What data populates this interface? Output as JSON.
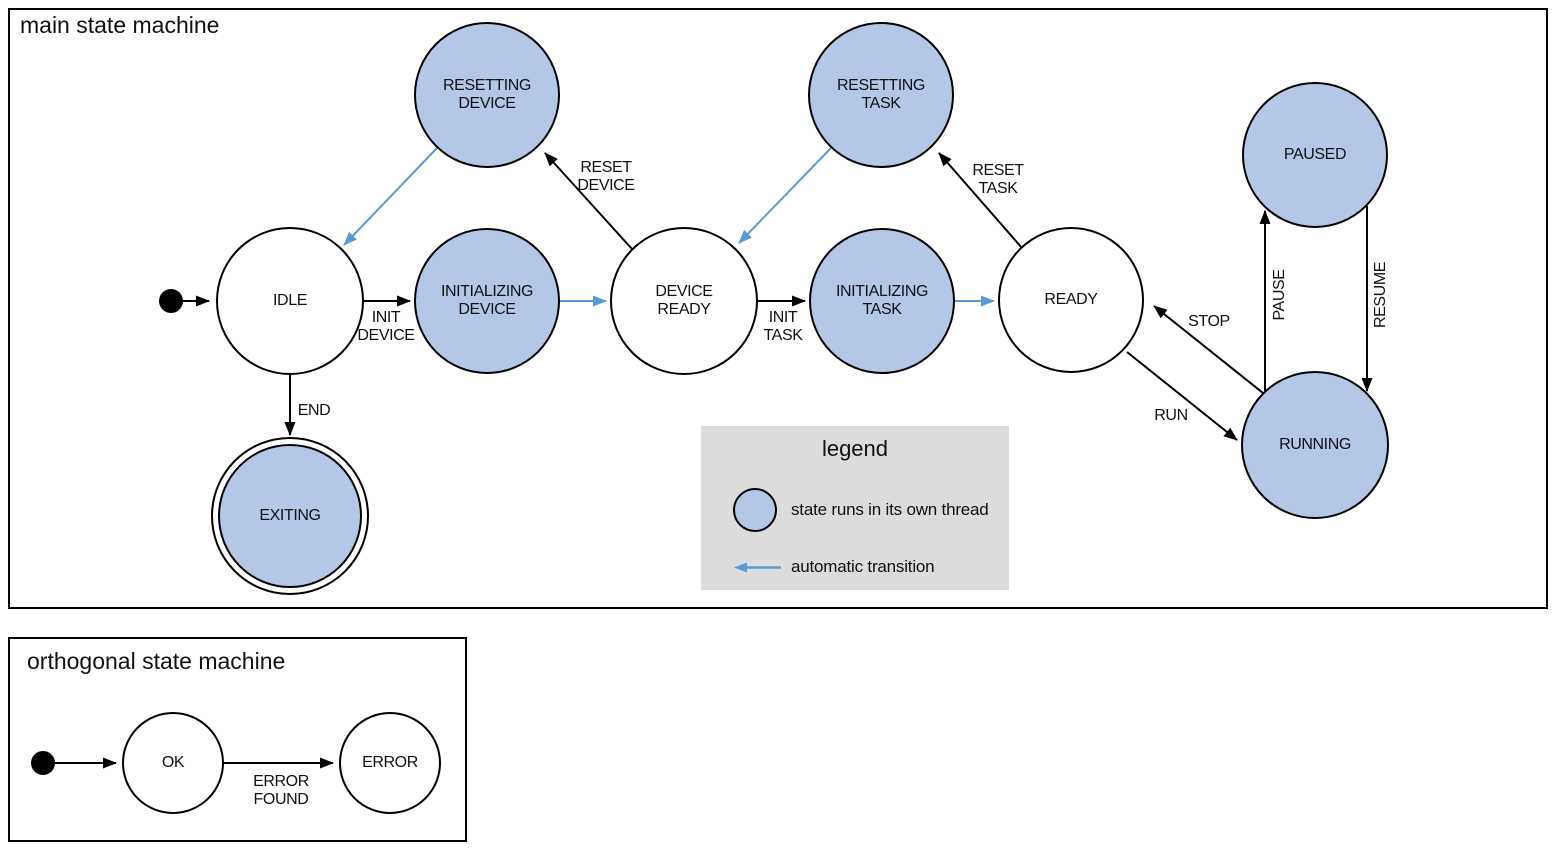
{
  "colors": {
    "state_fill": "#b4c7e7",
    "auto_transition": "#5b9bd5",
    "legend_bg": "#dcdcdc",
    "stroke": "#000000"
  },
  "main": {
    "title": "main state machine",
    "states": [
      {
        "label": "IDLE",
        "threaded": false
      },
      {
        "label": "RESETTING DEVICE",
        "threaded": true
      },
      {
        "label": "INITIALIZING DEVICE",
        "threaded": true
      },
      {
        "label": "DEVICE READY",
        "threaded": false
      },
      {
        "label": "RESETTING TASK",
        "threaded": true
      },
      {
        "label": "INITIALIZING TASK",
        "threaded": true
      },
      {
        "label": "READY",
        "threaded": false
      },
      {
        "label": "PAUSED",
        "threaded": true
      },
      {
        "label": "RUNNING",
        "threaded": true
      },
      {
        "label": "EXITING",
        "threaded": true,
        "final_state": true
      }
    ],
    "transitions": [
      {
        "from": "start",
        "to": "IDLE",
        "label": ""
      },
      {
        "from": "IDLE",
        "to": "INITIALIZING DEVICE",
        "label": "INIT DEVICE"
      },
      {
        "from": "INITIALIZING DEVICE",
        "to": "DEVICE READY",
        "label": "",
        "automatic": true
      },
      {
        "from": "DEVICE READY",
        "to": "INITIALIZING TASK",
        "label": "INIT TASK"
      },
      {
        "from": "INITIALIZING TASK",
        "to": "READY",
        "label": "",
        "automatic": true
      },
      {
        "from": "DEVICE READY",
        "to": "RESETTING DEVICE",
        "label": "RESET DEVICE"
      },
      {
        "from": "RESETTING DEVICE",
        "to": "IDLE",
        "label": "",
        "automatic": true
      },
      {
        "from": "READY",
        "to": "RESETTING TASK",
        "label": "RESET TASK"
      },
      {
        "from": "RESETTING TASK",
        "to": "DEVICE READY",
        "label": "",
        "automatic": true
      },
      {
        "from": "RUNNING",
        "to": "READY",
        "label": "STOP"
      },
      {
        "from": "READY",
        "to": "RUNNING",
        "label": "RUN"
      },
      {
        "from": "RUNNING",
        "to": "PAUSED",
        "label": "PAUSE"
      },
      {
        "from": "PAUSED",
        "to": "RUNNING",
        "label": "RESUME"
      },
      {
        "from": "IDLE",
        "to": "EXITING",
        "label": "END"
      }
    ]
  },
  "legend": {
    "title": "legend",
    "items": [
      {
        "label": "state runs in its own thread"
      },
      {
        "label": "automatic transition"
      }
    ]
  },
  "orthogonal": {
    "title": "orthogonal state machine",
    "states": [
      {
        "label": "OK",
        "threaded": false
      },
      {
        "label": "ERROR",
        "threaded": false
      }
    ],
    "transitions": [
      {
        "from": "start",
        "to": "OK",
        "label": ""
      },
      {
        "from": "OK",
        "to": "ERROR",
        "label": "ERROR FOUND"
      }
    ]
  }
}
